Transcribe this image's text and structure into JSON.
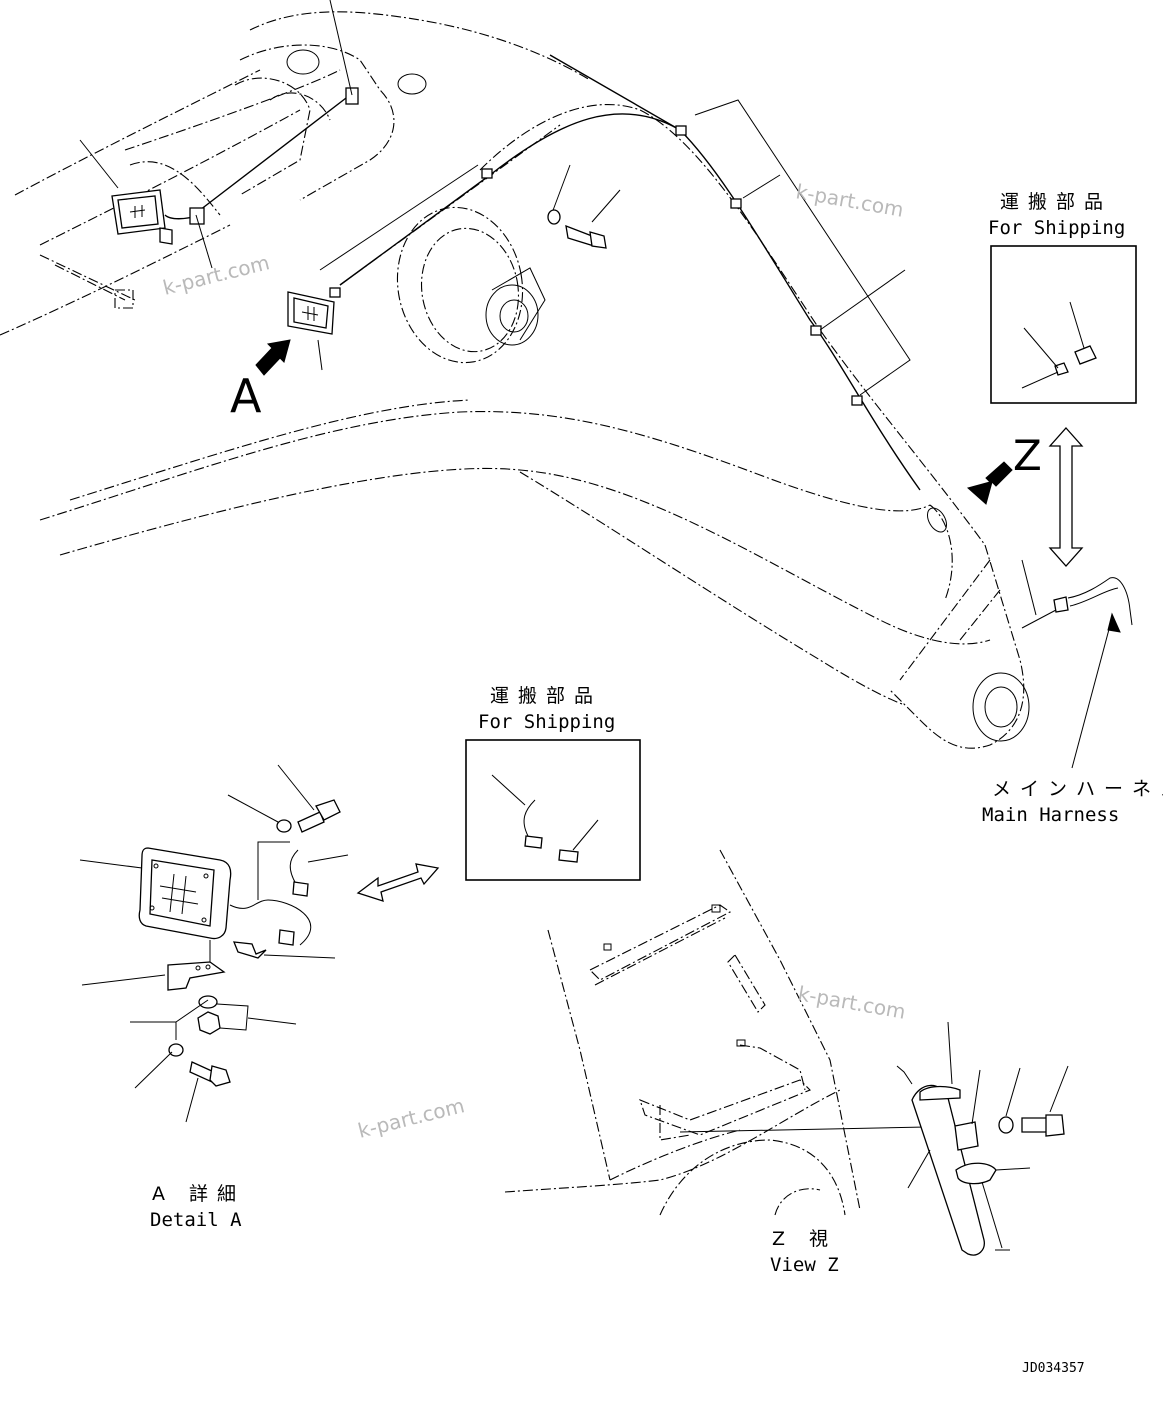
{
  "labels": {
    "shipping_top_jp": "運搬部品",
    "shipping_top_en": "For Shipping",
    "shipping_mid_jp": "運搬部品",
    "shipping_mid_en": "For Shipping",
    "arrow_a": "A",
    "arrow_z": "Z",
    "harness_jp": "メインハーネス",
    "harness_en": "Main Harness",
    "detail_jp": "A 詳細",
    "detail_en": "Detail A",
    "view_jp": "Z 視",
    "view_en": "View Z",
    "drawing_code": "JD034357"
  },
  "watermarks": [
    "k-part.com",
    "k-part.com",
    "k-part.com",
    "k-part.com"
  ],
  "icons": [
    "view-arrow-icon",
    "double-arrow-icon",
    "work-lamp-icon",
    "bolt-icon",
    "washer-icon",
    "connector-icon",
    "clip-icon"
  ]
}
